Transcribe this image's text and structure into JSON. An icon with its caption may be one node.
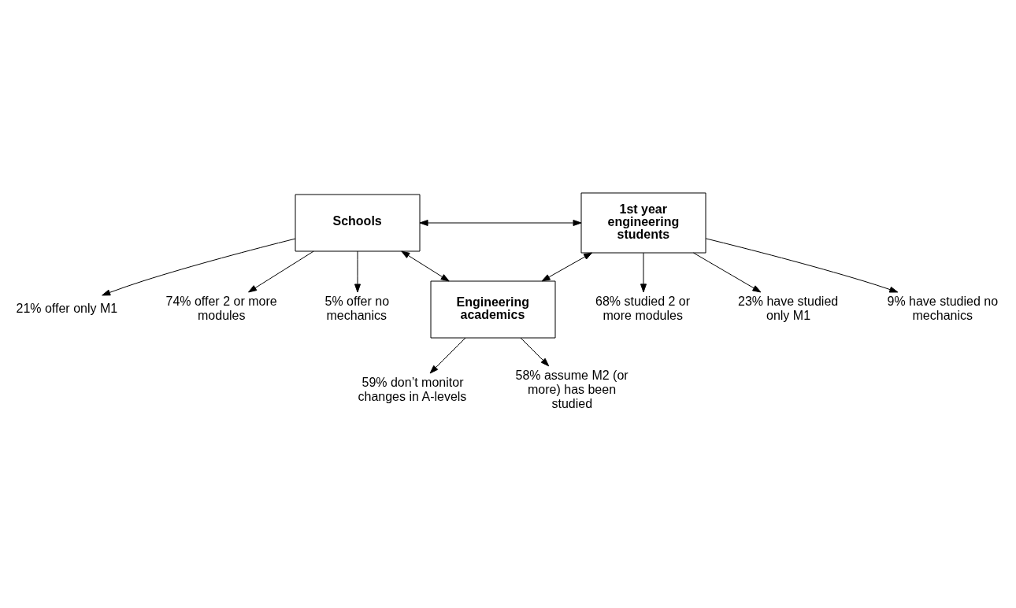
{
  "diagram": {
    "nodes": [
      {
        "text": [
          "Schools"
        ]
      },
      {
        "text": [
          "1st year engineering students"
        ]
      },
      {
        "text": [
          "Engineering academics"
        ]
      },
      {
        "text": [
          "21% offer only M1"
        ]
      },
      {
        "text": [
          "74% offer 2 or more modules"
        ]
      },
      {
        "text": [
          "5% offer no mechanics"
        ]
      },
      {
        "text": [
          "68% studied 2 or more modules"
        ]
      },
      {
        "text": [
          "23% have studied only M1"
        ]
      },
      {
        "text": [
          "9% have studied no mechanics"
        ]
      },
      {
        "text": [
          "59% don’t monitor changes in A-levels"
        ]
      },
      {
        "text": [
          "58% assume M2 (or more) has been studied"
        ]
      }
    ],
    "edges": [
      {
        "from": 0,
        "to": 1,
        "arrow": "both"
      },
      {
        "from": 0,
        "to": 2,
        "arrow": "both"
      },
      {
        "from": 2,
        "to": 1,
        "arrow": "both"
      },
      {
        "from": 0,
        "to": 3,
        "arrow": "to"
      },
      {
        "from": 0,
        "to": 4,
        "arrow": "to"
      },
      {
        "from": 0,
        "to": 5,
        "arrow": "to"
      },
      {
        "from": 1,
        "to": 6,
        "arrow": "to"
      },
      {
        "from": 1,
        "to": 7,
        "arrow": "to"
      },
      {
        "from": 1,
        "to": 8,
        "arrow": "to"
      },
      {
        "from": 2,
        "to": 9,
        "arrow": "to"
      },
      {
        "from": 2,
        "to": 10,
        "arrow": "to"
      }
    ]
  }
}
